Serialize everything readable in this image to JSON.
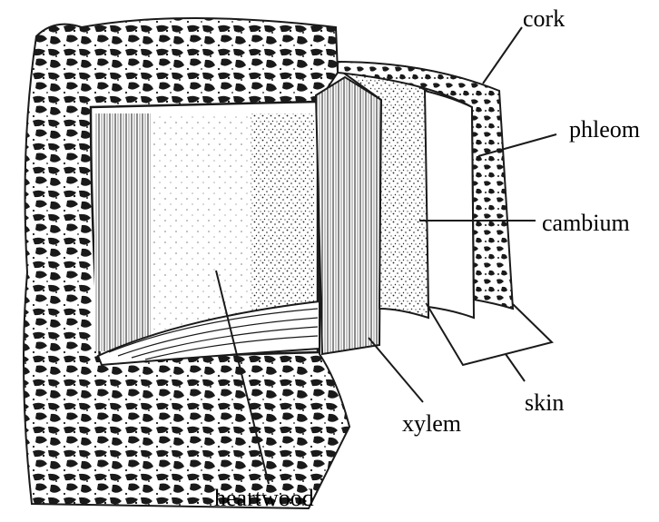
{
  "figure": {
    "ink_color": "#111111",
    "bark_color": "#1a1a1a",
    "paper_color": "#ffffff"
  },
  "labels": {
    "cork": "cork",
    "phleom": "phleom",
    "cambium": "cambium",
    "skin": "skin",
    "xylem": "xylem",
    "heartwood": "heartwood"
  }
}
